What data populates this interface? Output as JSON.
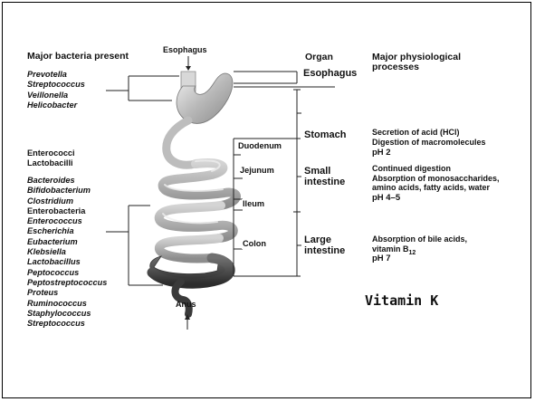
{
  "headers": {
    "bacteria": "Major bacteria present",
    "esophagus_top": "Esophagus",
    "organ": "Organ",
    "processes": "Major physiological processes",
    "anus": "Anus"
  },
  "bacteria_upper": [
    {
      "text": "Prevotella",
      "italic": true
    },
    {
      "text": "Streptococcus",
      "italic": true
    },
    {
      "text": "Veillonella",
      "italic": true
    },
    {
      "text": "Helicobacter",
      "italic": true
    }
  ],
  "bacteria_middle": [
    {
      "text": "Enterococci",
      "italic": false
    },
    {
      "text": "Lactobacilli",
      "italic": false
    }
  ],
  "bacteria_lower": [
    {
      "text": "Bacteroides",
      "italic": true
    },
    {
      "text": "Bifidobacterium",
      "italic": true
    },
    {
      "text": "Clostridium",
      "italic": true
    },
    {
      "text": "Enterobacteria",
      "italic": false
    },
    {
      "text": "Enterococcus",
      "italic": true
    },
    {
      "text": "Escherichia",
      "italic": true
    },
    {
      "text": "Eubacterium",
      "italic": true
    },
    {
      "text": "Klebsiella",
      "italic": true
    },
    {
      "text": "Lactobacillus",
      "italic": true
    },
    {
      "text": "Peptococcus",
      "italic": true
    },
    {
      "text": "Peptostreptococcus",
      "italic": true
    },
    {
      "text": "Proteus",
      "italic": true
    },
    {
      "text": "Ruminococcus",
      "italic": true
    },
    {
      "text": "Staphylococcus",
      "italic": true
    },
    {
      "text": "Streptococcus",
      "italic": true
    }
  ],
  "segments": {
    "duodenum": "Duodenum",
    "jejunum": "Jejunum",
    "ileum": "Ileum",
    "colon": "Colon"
  },
  "organs": [
    {
      "name": "Esophagus",
      "processes": "",
      "ph": ""
    },
    {
      "name": "Stomach",
      "processes": "Secretion of acid (HCl)\nDigestion of macromolecules",
      "ph": "pH 2"
    },
    {
      "name": "Small intestine",
      "processes": "Continued digestion\nAbsorption of monosaccharides,\namino acids, fatty acids, water",
      "ph": "pH 4–5"
    },
    {
      "name": "Large intestine",
      "processes": "Absorption of bile acids,\nvitamin B12",
      "ph": "pH 7"
    }
  ],
  "annotation": "Vitamin K"
}
